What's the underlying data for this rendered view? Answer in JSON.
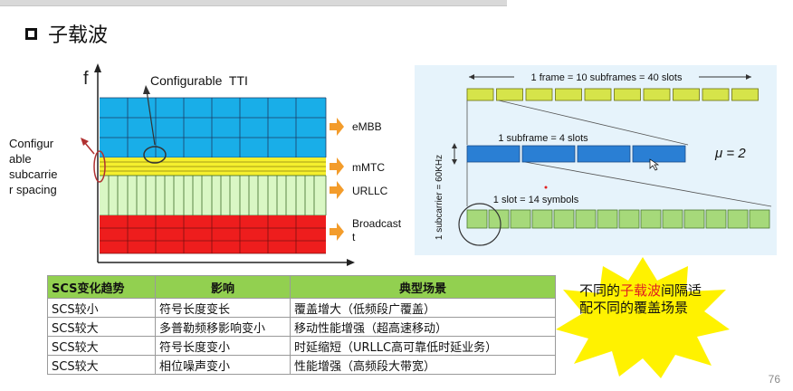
{
  "slide": {
    "title": "子载波",
    "page_number": "76"
  },
  "left_diagram": {
    "y_axis_label": "f",
    "top_annotation": "Configurable  TTI",
    "side_annotation_lines": [
      "Configur",
      "able",
      "subcarrie",
      "r spacing"
    ],
    "services": [
      {
        "label": "eMBB",
        "color": "#19aee8"
      },
      {
        "label": "mMTC",
        "color": "#f5ef2d"
      },
      {
        "label": "URLLC",
        "color": "#d9f7c4"
      },
      {
        "label": "Broadcast",
        "label2": "t",
        "color": "#ee1d1d"
      }
    ],
    "arrow_color": "#f39c2b"
  },
  "right_diagram": {
    "frame_label": "1 frame = 10 subframes = 40 slots",
    "subframe_label": "1 subframe = 4 slots",
    "slot_label": "1 slot = 14 symbols",
    "subcarrier_label": "1 subcarrier = 60KHz",
    "mu_label": "μ = 2",
    "frame_color": "#d6e44a",
    "subframe_color": "#2a7fd4",
    "slot_color": "#a6d97a",
    "panel_color": "#e6f3fb"
  },
  "table": {
    "headers": [
      "SCS变化趋势",
      "影响",
      "典型场景"
    ],
    "rows": [
      [
        "SCS较小",
        "符号长度变长",
        "覆盖增大（低频段广覆盖）"
      ],
      [
        "SCS较大",
        "多普勒频移影响变小",
        "移动性能增强（超高速移动）"
      ],
      [
        "SCS较大",
        "符号长度变小",
        "时延缩短（URLLC高可靠低时延业务）"
      ],
      [
        "SCS较大",
        "相位噪声变小",
        "性能增强（高频段大带宽）"
      ]
    ],
    "header_color": "#92d050"
  },
  "callout": {
    "pre": "不同的",
    "highlight": "子载波",
    "post": "间隔适配不同的覆盖场景",
    "burst_color": "#fff200"
  }
}
